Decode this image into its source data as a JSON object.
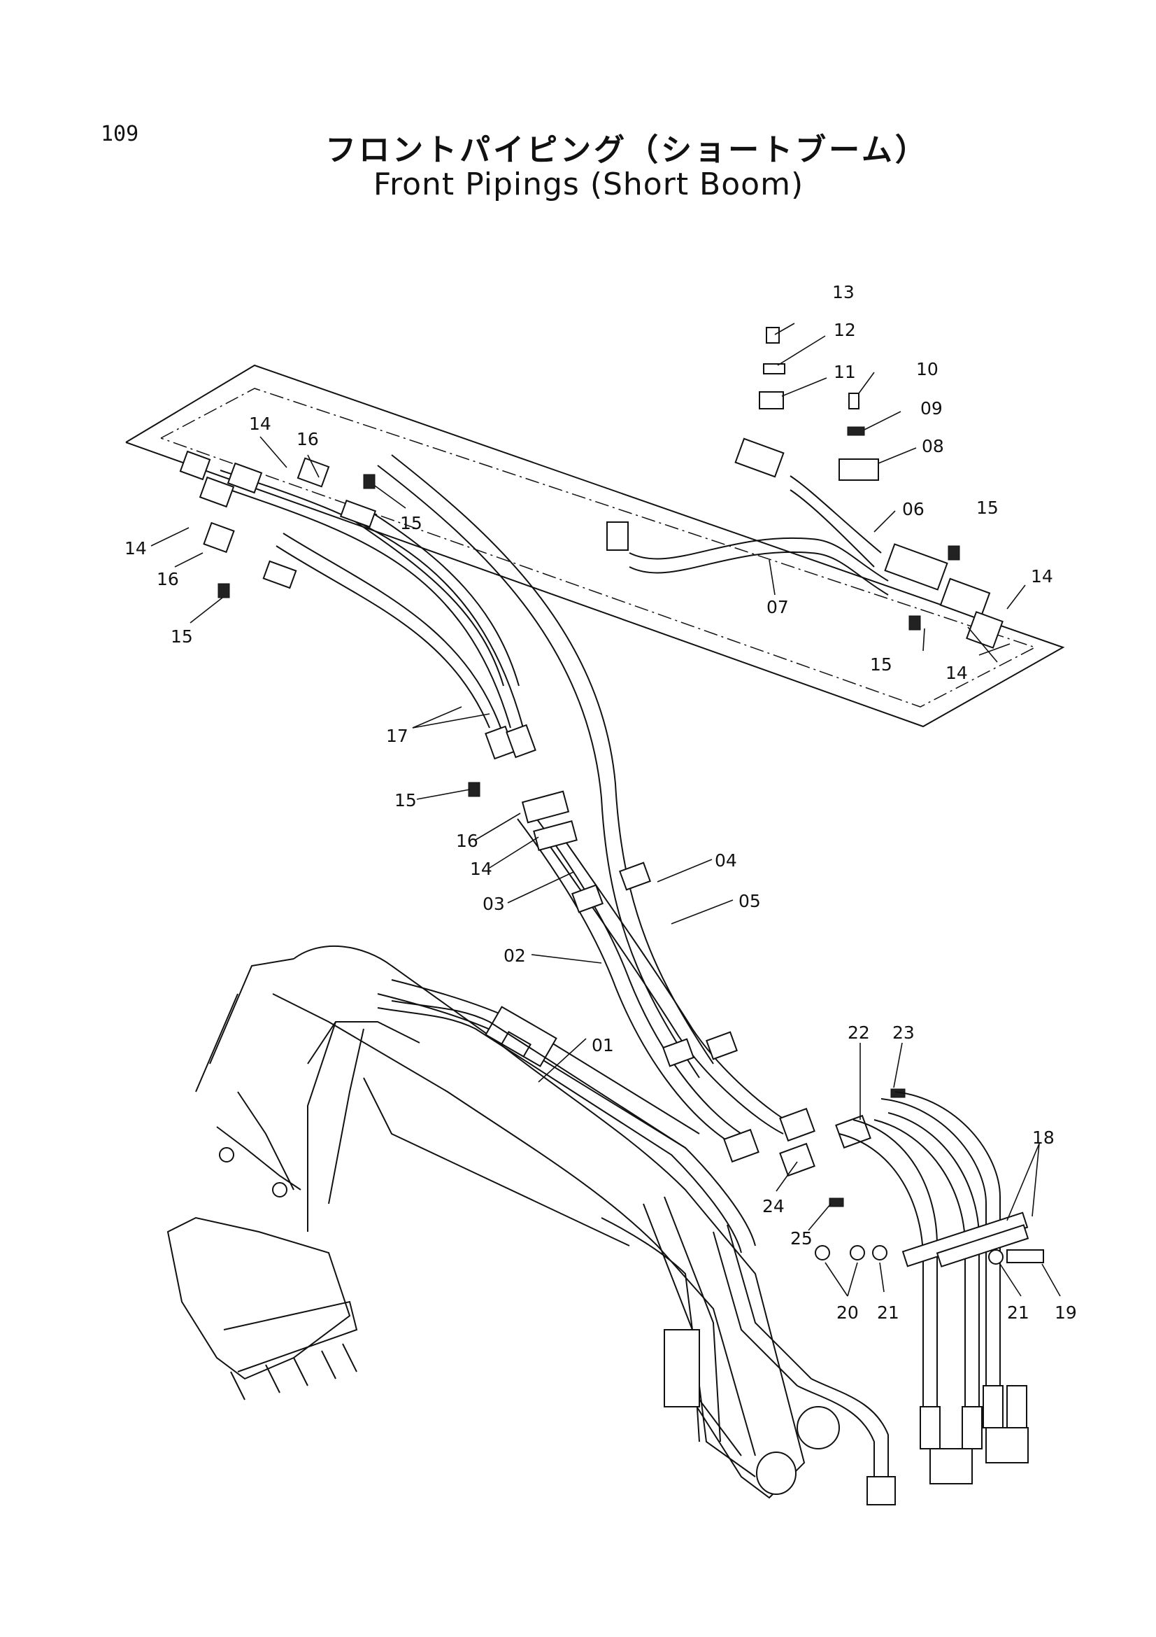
{
  "page_number": "109",
  "title_jp": "フロントパイピング（ショートブーム）",
  "title_en": "Front Pipings (Short Boom)",
  "callouts": {
    "c01": "01",
    "c02": "02",
    "c03": "03",
    "c04": "04",
    "c05": "05",
    "c06": "06",
    "c07": "07",
    "c08": "08",
    "c09": "09",
    "c10": "10",
    "c11": "11",
    "c12": "12",
    "c13": "13",
    "c14a": "14",
    "c14b": "14",
    "c14c": "14",
    "c14d": "14",
    "c14e": "14",
    "c15a": "15",
    "c15b": "15",
    "c15c": "15",
    "c15d": "15",
    "c15e": "15",
    "c16a": "16",
    "c16b": "16",
    "c16c": "16",
    "c17": "17",
    "c18": "18",
    "c19": "19",
    "c20": "20",
    "c21a": "21",
    "c21b": "21",
    "c22": "22",
    "c23": "23",
    "c24": "24",
    "c25": "25"
  }
}
